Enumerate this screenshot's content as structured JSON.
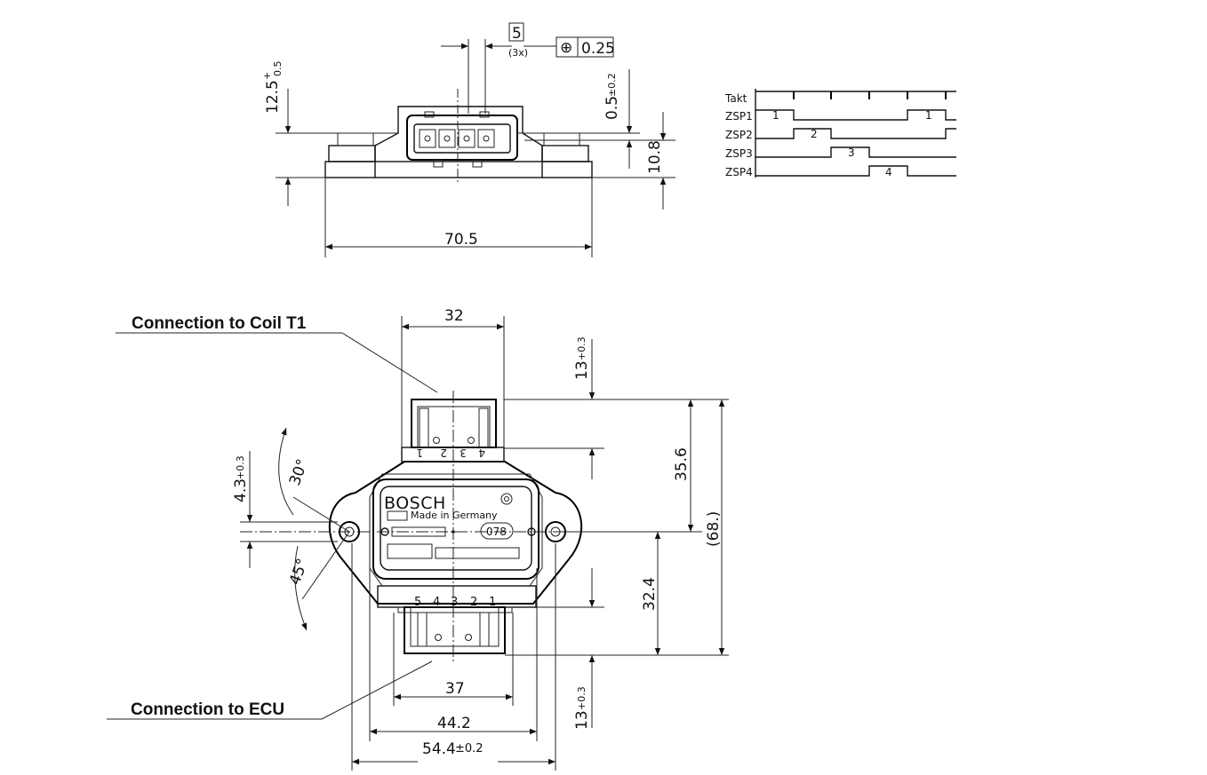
{
  "callouts": {
    "coil": "Connection to Coil T1",
    "ecu": "Connection to ECU"
  },
  "top_view": {
    "height_dim": "12.5",
    "height_tol_upper": "+",
    "height_tol_lower": "0.5",
    "pitch_dim": "5",
    "pitch_count": "(3x)",
    "position_symbol": "⊕",
    "position_tol": "0.25",
    "offset_dim": "0.5",
    "offset_tol": "±0.2",
    "depth_dim": "10.8",
    "width_dim": "70.5"
  },
  "timing_diagram": {
    "signals": [
      {
        "label": "Takt"
      },
      {
        "label": "ZSP1",
        "pulse_label": "1"
      },
      {
        "label": "ZSP2",
        "pulse_label": "2"
      },
      {
        "label": "ZSP3",
        "pulse_label": "3"
      },
      {
        "label": "ZSP4",
        "pulse_label": "4"
      }
    ]
  },
  "front_view": {
    "brand": "BOSCH",
    "made_in": "Made in Germany",
    "part_code": "078",
    "connector_top_width": "32",
    "connector_top_depth": "13",
    "connector_top_depth_tol": "+0.3",
    "dim_35_6": "35.6",
    "dim_68": "(68.)",
    "dim_32_4": "32.4",
    "dim_4_3": "4.3",
    "dim_4_3_tol": "+0.3",
    "angle_30": "30°",
    "angle_45": "45°",
    "dim_37": "37",
    "dim_44_2": "44.2",
    "dim_54_4": "54.4",
    "dim_54_4_tol": "±0.2",
    "connector_bottom_depth": "13",
    "connector_bottom_depth_tol": "+0.3",
    "top_pins": [
      "1",
      "2",
      "3",
      "4"
    ],
    "bottom_pins": [
      "5",
      "4",
      "3",
      "2",
      "1"
    ]
  }
}
